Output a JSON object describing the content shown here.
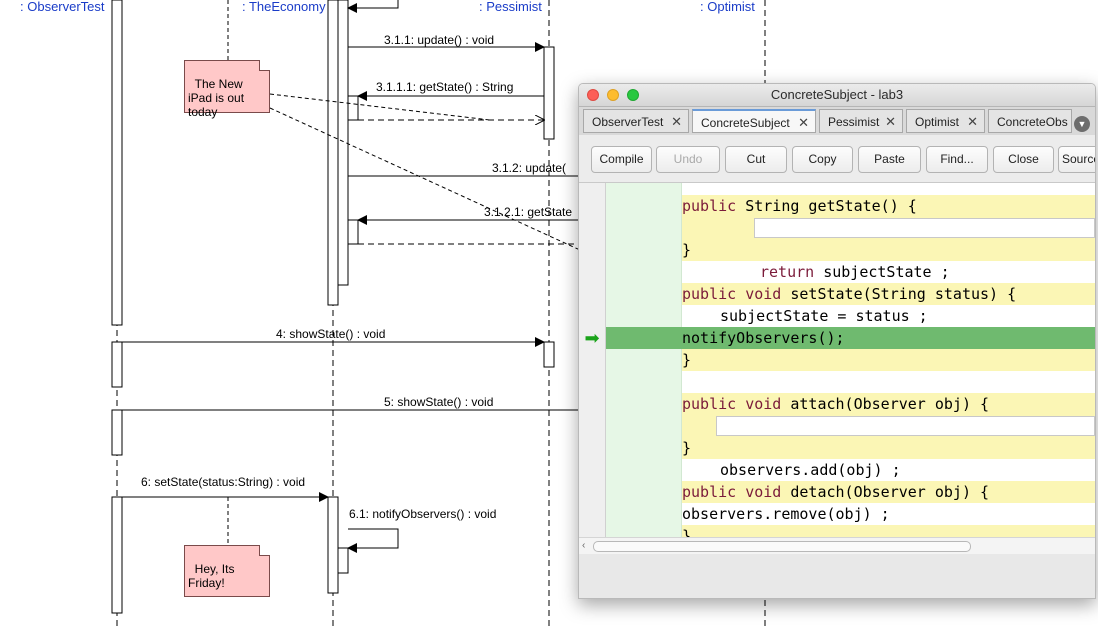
{
  "diagram": {
    "headers": [
      ": ObserverTest",
      ": TheEconomy",
      ": Pessimist",
      ": Optimist"
    ],
    "messages": [
      "3.1.1: update() : void",
      "3.1.1.1: getState() : String",
      "3.1.2: update(",
      "3.1.2.1: getState",
      "4: showState() : void",
      "5: showState() : void",
      "6: setState(status:String) : void",
      "6.1: notifyObservers() : void"
    ],
    "notes": [
      "The New\niPad is out\ntoday",
      "Hey, Its\nFriday!"
    ]
  },
  "window": {
    "title": "ConcreteSubject - lab3",
    "tabs": [
      {
        "label": "ObserverTest",
        "close": "✕"
      },
      {
        "label": "ConcreteSubject",
        "close": "✕",
        "active": true
      },
      {
        "label": "Pessimist",
        "close": "✕"
      },
      {
        "label": "Optimist",
        "close": "✕"
      },
      {
        "label": "ConcreteObs",
        "close": ""
      }
    ],
    "toolbar": {
      "compile": "Compile",
      "undo": "Undo",
      "cut": "Cut",
      "copy": "Copy",
      "paste": "Paste",
      "find": "Find...",
      "close": "Close",
      "source": "Source"
    },
    "code": [
      {
        "kw": "public",
        "rest": " String getState() {"
      },
      {
        "kw": "return",
        "rest": " subjectState ;"
      },
      {
        "text": "}"
      },
      {
        "kw": "public void",
        "rest": " setState(String status) {"
      },
      {
        "text": "subjectState = status ;"
      },
      {
        "text": "notifyObservers();"
      },
      {
        "text": "}"
      },
      {
        "kw": "public void",
        "rest": " attach(Observer obj) {"
      },
      {
        "text": "observers.add(obj) ;"
      },
      {
        "text": "}"
      },
      {
        "kw": "public void",
        "rest": " detach(Observer obj) {"
      },
      {
        "text": "observers.remove(obj) ;"
      },
      {
        "text": "}"
      }
    ]
  },
  "colors": {
    "accent": "#6fba6f",
    "note": "#ffc8c8",
    "header": "#1a3cc8",
    "keyword": "#7b1b3a"
  },
  "icons": [
    "arrow-right-icon",
    "close-icon",
    "chevron-down-icon"
  ]
}
